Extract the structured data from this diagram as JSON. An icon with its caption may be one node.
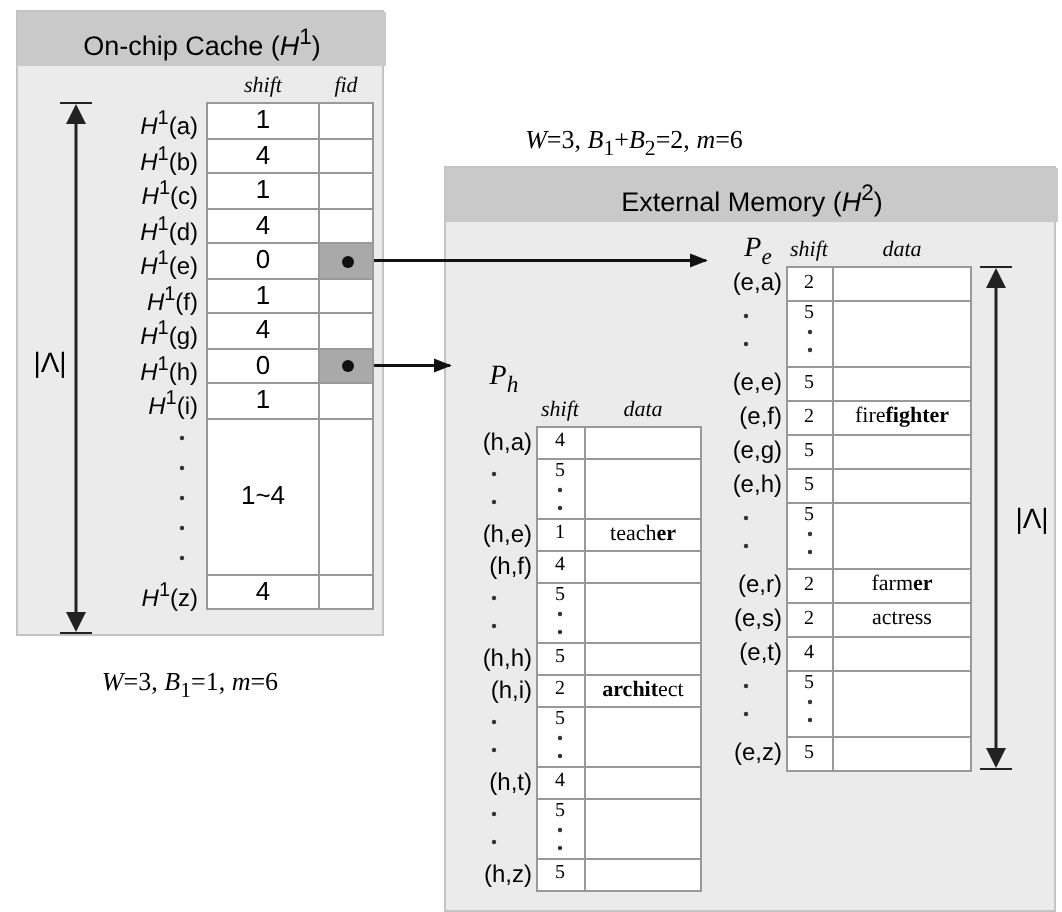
{
  "diagram": {
    "nodes": [
      {
        "text": [
          "On-chip Cache (*H*$^{1}$)"
        ]
      },
      {
        "text": [],
        "shape": "box",
        "in": 0
      },
      {
        "text": [],
        "shape": "box",
        "in": 0
      },
      {
        "text": [
          "External Memory (*H*$^{2}$)"
        ]
      },
      {
        "text": [
          "P$_{e}$"
        ],
        "in": 3
      },
      {
        "text": [
          "P$_{h}$"
        ],
        "in": 3
      }
    ],
    "edges": [
      {
        "from": 1,
        "to": 4,
        "arrow": "to"
      },
      {
        "from": 2,
        "to": 5,
        "arrow": "to"
      }
    ],
    "labels": [
      "|Λ|",
      "shift",
      "fid",
      "*H*$^{1}$(a)",
      "1",
      "*H*$^{1}$(b)",
      "4",
      "*H*$^{1}$(c)",
      "1",
      "*H*$^{1}$(d)",
      "4",
      "*H*$^{1}$(e)",
      "0",
      "*H*$^{1}$(f)",
      "1",
      "*H*$^{1}$(g)",
      "4",
      "*H*$^{1}$(h)",
      "0",
      "*H*$^{1}$(i)",
      "1",
      "1~4",
      "*H*$^{1}$(z)",
      "4",
      "*W*=3, *B*$_{1}$=1, *m*=6",
      "*W*=3, *B*$_{1}$+*B*$_{2}$=2, *m*=6",
      "shift",
      "data",
      "(e,a)",
      "2",
      "5",
      "(e,e)",
      "5",
      "(e,f)",
      "2",
      "fire**fighter**",
      "(e,g)",
      "5",
      "(e,h)",
      "5",
      "5",
      "(e,r)",
      "2",
      "farm**er**",
      "(e,s)",
      "2",
      "actress",
      "(e,t)",
      "4",
      "5",
      "(e,z)",
      "5",
      "shift",
      "data",
      "(h,a)",
      "4",
      "5",
      "(h,e)",
      "1",
      "teach**er**",
      "(h,f)",
      "4",
      "5",
      "(h,h)",
      "5",
      "(h,i)",
      "2",
      "**archit**ect",
      "5",
      "(h,t)",
      "4",
      "5",
      "(h,z)",
      "5",
      "|Λ|"
    ]
  }
}
